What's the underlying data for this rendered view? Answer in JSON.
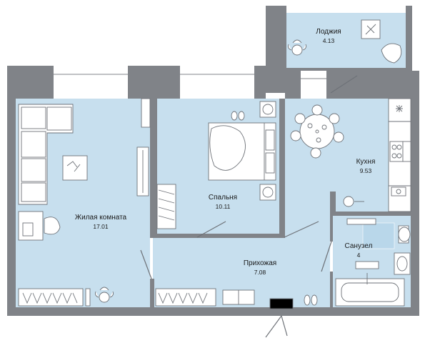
{
  "colors": {
    "wall": "#808388",
    "floor": "#c7dfee",
    "wet_floor": "#cfe4f2",
    "tile": "#b9d7ea",
    "furniture_stroke": "#6e7278",
    "window": "#ffffff"
  },
  "rooms": [
    {
      "id": "loggia",
      "name": "Лоджия",
      "area": "4.13"
    },
    {
      "id": "living",
      "name": "Жилая комната",
      "area": "17.01"
    },
    {
      "id": "bedroom",
      "name": "Спальня",
      "area": "10.11"
    },
    {
      "id": "kitchen",
      "name": "Кухня",
      "area": "9.53"
    },
    {
      "id": "bathroom",
      "name": "Санузел",
      "area": "4"
    },
    {
      "id": "hallway",
      "name": "Прихожая",
      "area": "7.08"
    }
  ],
  "icons": [
    "sofa-icon",
    "coffee-table-icon",
    "desk-icon",
    "chair-icon",
    "wardrobe-icon",
    "bed-icon",
    "nightstand-icon",
    "dining-table-icon",
    "stove-icon",
    "sink-icon",
    "toilet-icon",
    "bathtub-icon",
    "washbasin-icon",
    "plant-icon",
    "armchair-icon",
    "entrance-door-icon"
  ]
}
